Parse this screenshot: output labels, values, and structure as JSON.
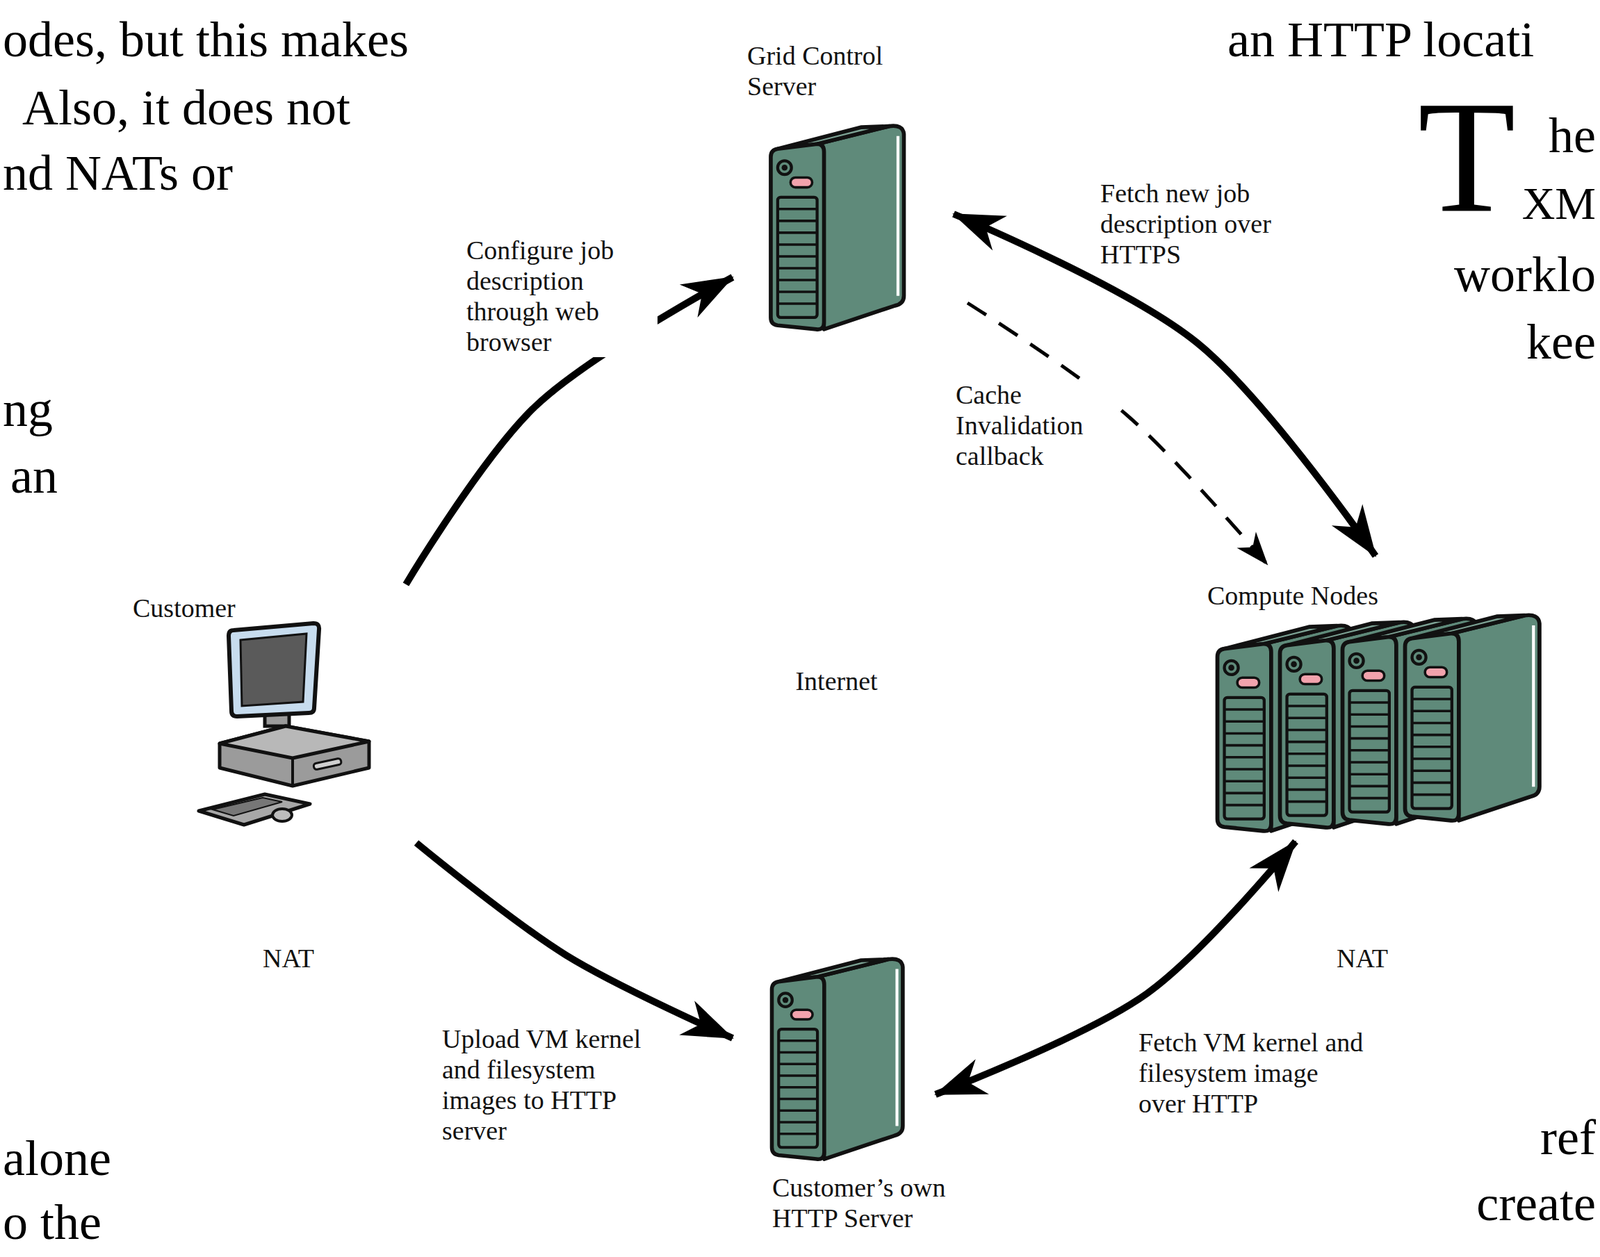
{
  "diagram": {
    "nodes": [
      {
        "text": [
          "Customer",
          "NAT"
        ]
      },
      {
        "text": [
          "Grid Control Server"
        ]
      },
      {
        "text": [
          "Compute Nodes",
          "NAT"
        ]
      },
      {
        "text": [
          "Customer’s own HTTP Server"
        ]
      },
      {
        "text": [
          "Internet"
        ]
      }
    ],
    "edges": [
      {
        "from": 0,
        "to": 1,
        "arrow": "to",
        "label": "Configure job description through web browser"
      },
      {
        "from": 2,
        "to": 1,
        "arrow": "both",
        "label": "Fetch new job description over HTTPS"
      },
      {
        "from": 1,
        "to": 2,
        "arrow": "to",
        "label": "Cache Invalidation callback"
      },
      {
        "from": 0,
        "to": 3,
        "arrow": "to",
        "label": "Upload VM kernel and filesystem images to HTTP server"
      },
      {
        "from": 2,
        "to": 3,
        "arrow": "both",
        "label": "Fetch VM kernel and filesystem image over HTTP"
      }
    ],
    "labels": [
      "odes, but this makes",
      "Also, it does not",
      "nd NATs or",
      "ng",
      "an",
      "alone",
      "o the",
      "an HTTP locati",
      "T",
      "he",
      "XM",
      "worklo",
      "kee",
      "ref",
      "create"
    ]
  }
}
